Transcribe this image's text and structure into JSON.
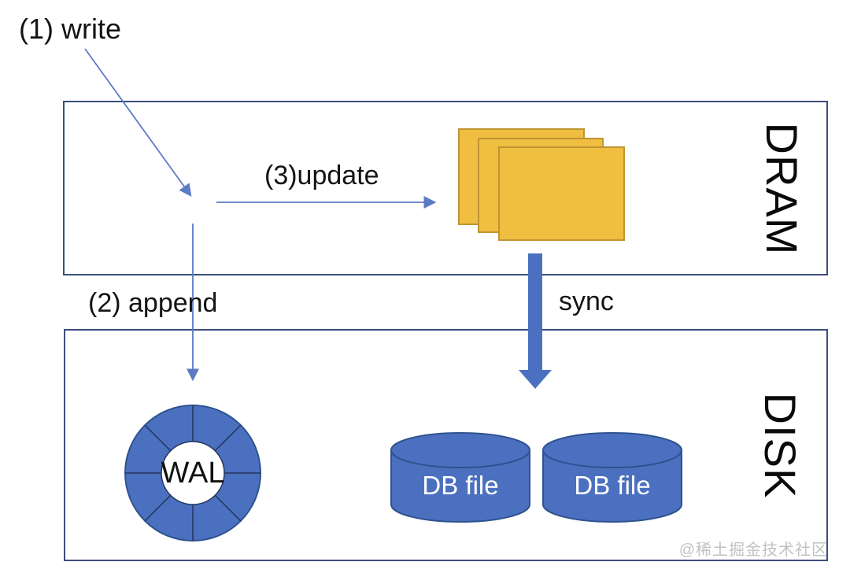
{
  "diagram": {
    "title_hint": "write-ahead-log flow",
    "regions": [
      {
        "id": "dram",
        "label": "DRAM"
      },
      {
        "id": "disk",
        "label": "DISK"
      }
    ],
    "steps": {
      "write": "(1) write",
      "append": "(2) append",
      "update": "(3)update",
      "sync": "sync"
    },
    "nodes": {
      "wal": "WAL",
      "db_files": [
        "DB file",
        "DB file"
      ],
      "pages_icon": "stacked-memory-pages"
    },
    "watermark": "@稀土掘金技术社区",
    "colors": {
      "shape_fill": "#4B70C0",
      "shape_stroke": "#2F528F",
      "spoke_stroke": "#24365E",
      "page_fill": "#F0BE40",
      "page_stroke": "#BF9433",
      "box_border": "#3B4E7C",
      "connector": "#5B7BC4",
      "watermark_gray": "#C2C2C2"
    }
  }
}
